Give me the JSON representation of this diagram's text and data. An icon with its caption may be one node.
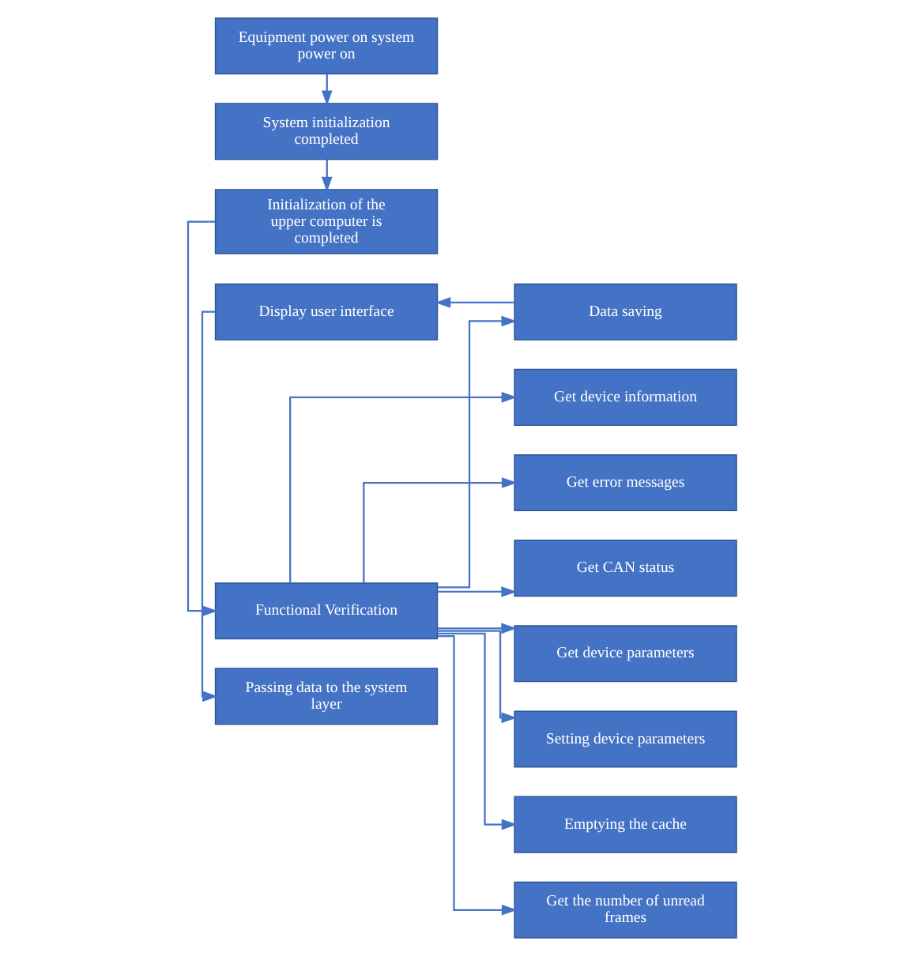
{
  "diagram": {
    "nodes": [
      {
        "text": [
          "Equipment power on system power on"
        ]
      },
      {
        "text": [
          "System initialization completed"
        ]
      },
      {
        "text": [
          "Initialization of the upper computer is completed"
        ]
      },
      {
        "text": [
          "Functional Verification"
        ]
      },
      {
        "text": [
          "Data saving"
        ]
      },
      {
        "text": [
          "Display user interface"
        ]
      },
      {
        "text": [
          "Passing data to the system layer"
        ]
      },
      {
        "text": [
          "Get device information"
        ]
      },
      {
        "text": [
          "Get error messages"
        ]
      },
      {
        "text": [
          "Get CAN status"
        ]
      },
      {
        "text": [
          "Get device parameters"
        ]
      },
      {
        "text": [
          "Setting device parameters"
        ]
      },
      {
        "text": [
          "Emptying the cache"
        ]
      },
      {
        "text": [
          "Get the number of unread frames"
        ]
      }
    ],
    "edges": [
      {
        "from": 0,
        "to": 1,
        "arrow": "to"
      },
      {
        "from": 1,
        "to": 2,
        "arrow": "to"
      },
      {
        "from": 2,
        "to": 3,
        "arrow": "to"
      },
      {
        "from": 3,
        "to": 4,
        "arrow": "to"
      },
      {
        "from": 4,
        "to": 5,
        "arrow": "to"
      },
      {
        "from": 5,
        "to": 6,
        "arrow": "to"
      },
      {
        "from": 3,
        "to": 7,
        "arrow": "to"
      },
      {
        "from": 3,
        "to": 8,
        "arrow": "to"
      },
      {
        "from": 3,
        "to": 9,
        "arrow": "to"
      },
      {
        "from": 3,
        "to": 10,
        "arrow": "to"
      },
      {
        "from": 3,
        "to": 11,
        "arrow": "to"
      },
      {
        "from": 3,
        "to": 12,
        "arrow": "to"
      },
      {
        "from": 3,
        "to": 13,
        "arrow": "to"
      }
    ]
  }
}
